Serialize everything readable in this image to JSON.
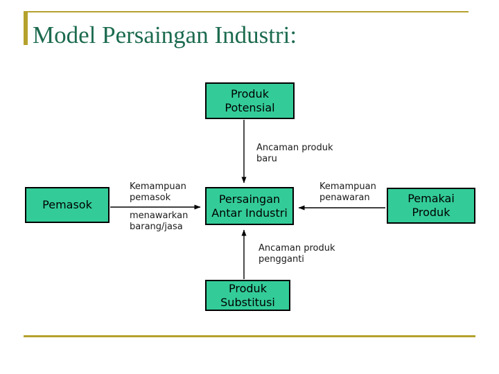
{
  "title": "Model Persaingan Industri:",
  "colors": {
    "accent_gold": "#B5A12D",
    "title_green": "#1C6B4E",
    "box_fill": "#33CC99",
    "box_border": "#000000",
    "connector": "#000000",
    "label_ink": "#1a1a1a"
  },
  "diagram": {
    "boxes": {
      "produk_potensial": "Produk\nPotensial",
      "pemasok": "Pemasok",
      "persaingan": "Persaingan\nAntar Industri",
      "pemakai": "Pemakai\nProduk",
      "substitusi": "Produk\nSubstitusi"
    },
    "edge_labels": {
      "ancaman_baru": "Ancaman produk\nbaru",
      "kemampuan_pemasok": "Kemampuan\npemasok",
      "menawarkan": "menawarkan\nbarang/jasa",
      "kemampuan_penawaran": "Kemampuan\npenawaran",
      "ancaman_pengganti": "Ancaman produk\npengganti"
    }
  }
}
